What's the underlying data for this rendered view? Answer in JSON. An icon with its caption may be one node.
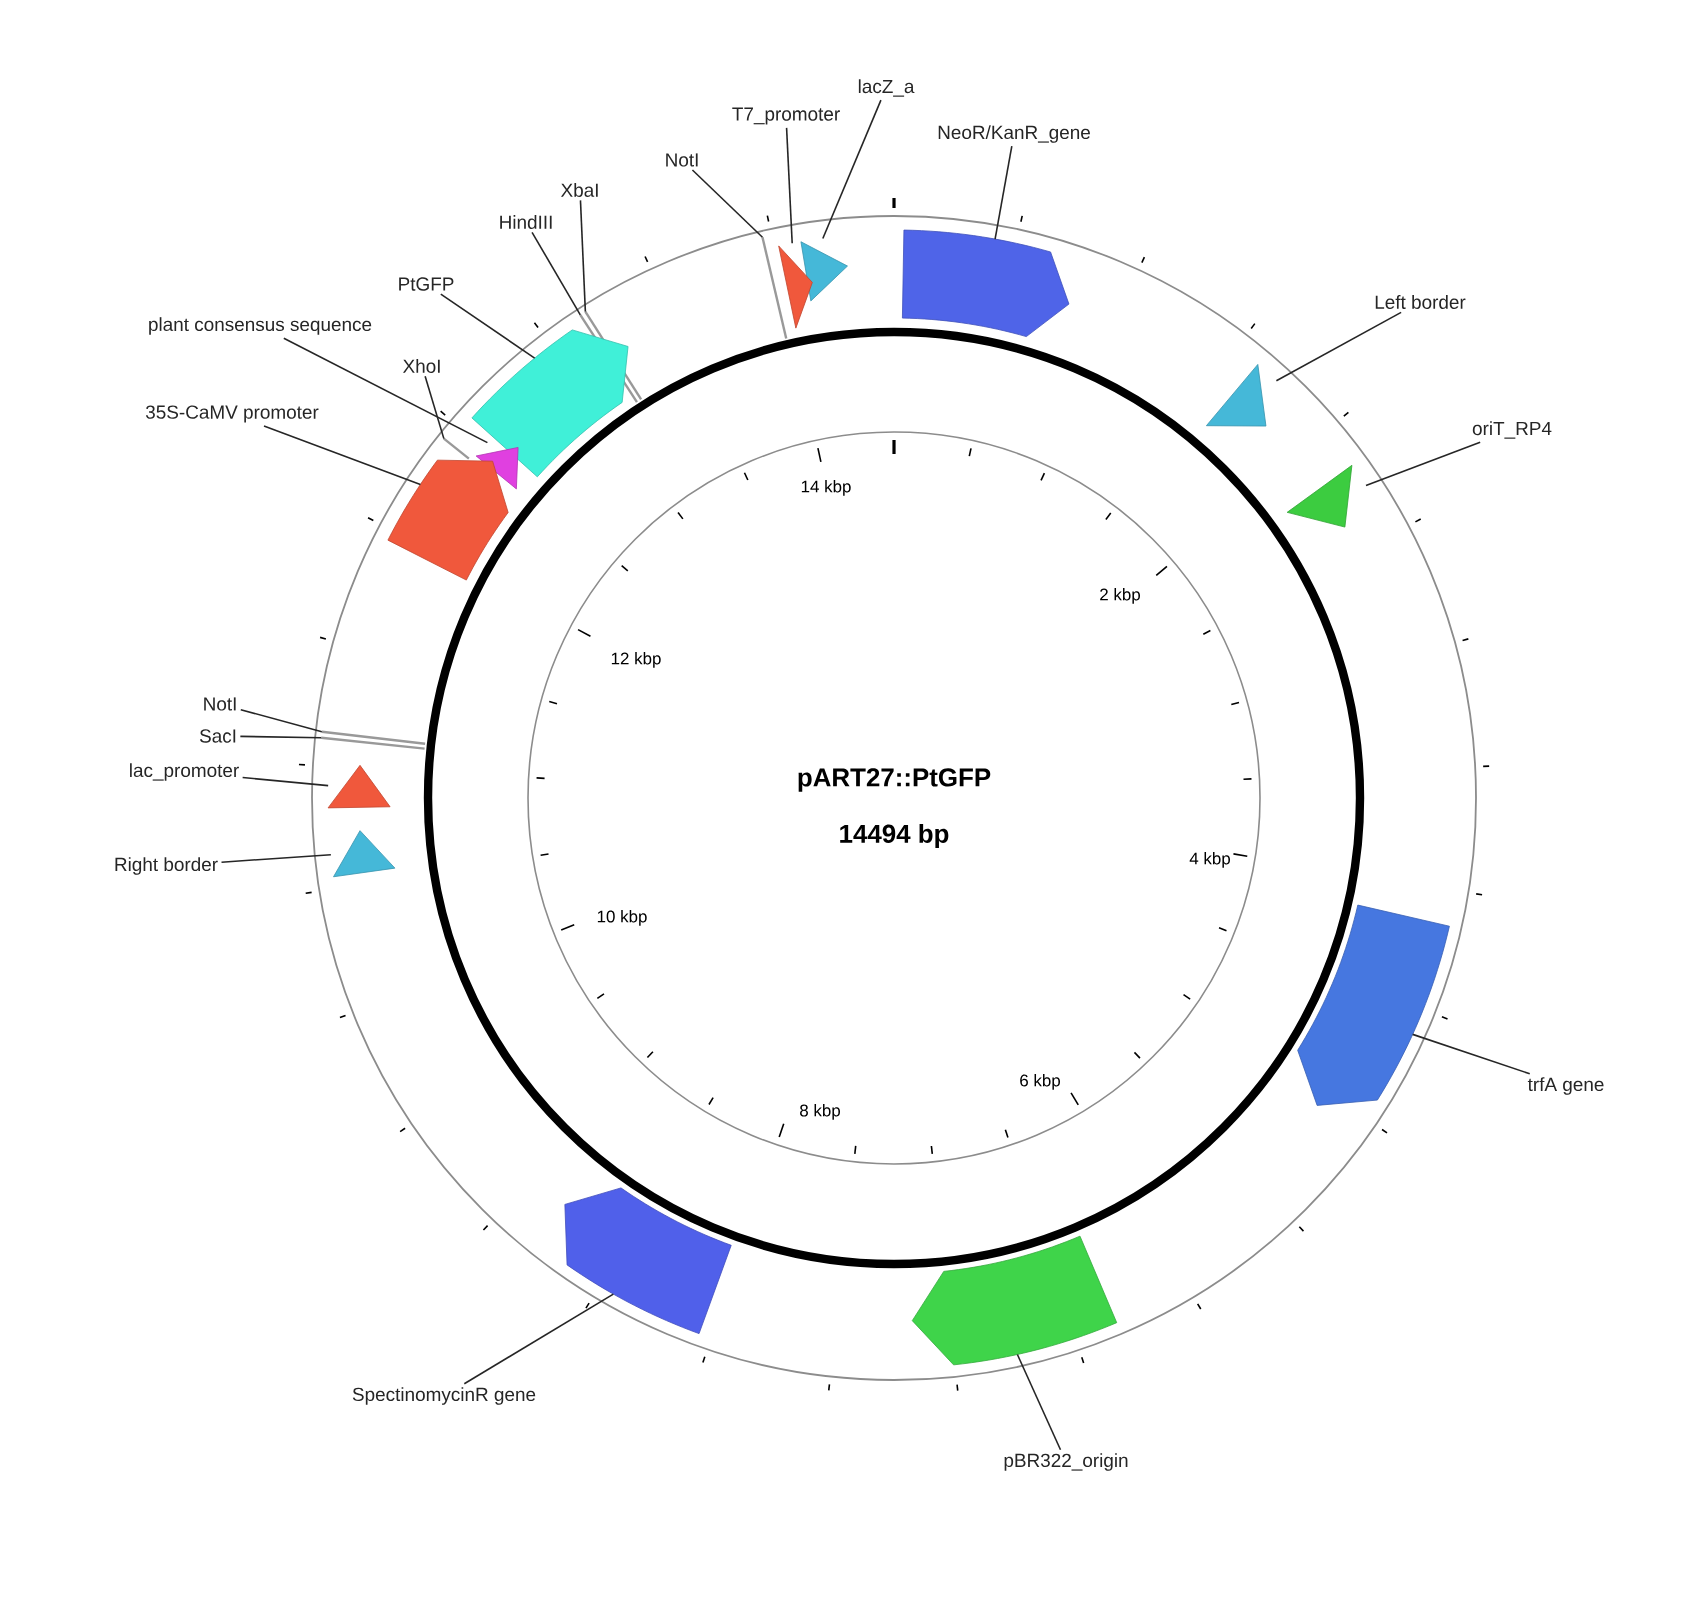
{
  "diagram": {
    "title": "pART27::PtGFP",
    "nodes": [
      {
        "text": [
          "lacZ_a"
        ]
      },
      {
        "text": [
          "T7_promoter"
        ]
      },
      {
        "text": [
          "NeoR/KanR_gene"
        ]
      },
      {
        "text": [
          "NotI"
        ]
      },
      {
        "text": [
          "XbaI"
        ]
      },
      {
        "text": [
          "HindIII"
        ]
      },
      {
        "text": [
          "Left border"
        ]
      },
      {
        "text": [
          "PtGFP"
        ]
      },
      {
        "text": [
          "plant consensus sequence"
        ]
      },
      {
        "text": [
          "XhoI"
        ]
      },
      {
        "text": [
          "35S-CaMV promoter"
        ]
      },
      {
        "text": [
          "oriT_RP4"
        ]
      },
      {
        "text": [
          "NotI"
        ]
      },
      {
        "text": [
          "SacI"
        ]
      },
      {
        "text": [
          "lac_promoter"
        ]
      },
      {
        "text": [
          "Right border"
        ]
      },
      {
        "text": [
          "trfA gene"
        ]
      },
      {
        "text": [
          "SpectinomycinR gene"
        ]
      },
      {
        "text": [
          "pBR322_origin"
        ]
      },
      {
        "text": [],
        "shape": "arrow"
      },
      {
        "text": [],
        "shape": "arrow"
      },
      {
        "text": [],
        "shape": "arrow"
      },
      {
        "text": [],
        "shape": "bar"
      },
      {
        "text": [],
        "shape": "bar"
      },
      {
        "text": [],
        "shape": "bar"
      },
      {
        "text": [],
        "shape": "arrow"
      },
      {
        "text": [],
        "shape": "arrow"
      },
      {
        "text": [],
        "shape": "arrow"
      },
      {
        "text": [],
        "shape": "bar"
      },
      {
        "text": [],
        "shape": "arrow"
      },
      {
        "text": [],
        "shape": "arrow"
      },
      {
        "text": [],
        "shape": "bar"
      },
      {
        "text": [],
        "shape": "bar"
      },
      {
        "text": [],
        "shape": "arrow"
      },
      {
        "text": [],
        "shape": "arrow"
      },
      {
        "text": [],
        "shape": "arrow"
      },
      {
        "text": [],
        "shape": "arrow"
      },
      {
        "text": [],
        "shape": "arrow"
      }
    ],
    "edges": [
      {
        "from": 0,
        "to": 19,
        "arrow": "none"
      },
      {
        "from": 1,
        "to": 20,
        "arrow": "none"
      },
      {
        "from": 2,
        "to": 21,
        "arrow": "none"
      },
      {
        "from": 3,
        "to": 22,
        "arrow": "none"
      },
      {
        "from": 4,
        "to": 23,
        "arrow": "none"
      },
      {
        "from": 5,
        "to": 24,
        "arrow": "none"
      },
      {
        "from": 6,
        "to": 25,
        "arrow": "none"
      },
      {
        "from": 7,
        "to": 26,
        "arrow": "none"
      },
      {
        "from": 8,
        "to": 27,
        "arrow": "none"
      },
      {
        "from": 9,
        "to": 28,
        "arrow": "none"
      },
      {
        "from": 10,
        "to": 29,
        "arrow": "none"
      },
      {
        "from": 11,
        "to": 30,
        "arrow": "none"
      },
      {
        "from": 12,
        "to": 31,
        "arrow": "none"
      },
      {
        "from": 13,
        "to": 32,
        "arrow": "none"
      },
      {
        "from": 14,
        "to": 33,
        "arrow": "none"
      },
      {
        "from": 15,
        "to": 34,
        "arrow": "none"
      },
      {
        "from": 16,
        "to": 35,
        "arrow": "none"
      },
      {
        "from": 17,
        "to": 36,
        "arrow": "none"
      },
      {
        "from": 18,
        "to": 37,
        "arrow": "none"
      }
    ],
    "labels": [
      "14494 bp",
      "2 kbp",
      "4 kbp",
      "6 kbp",
      "8 kbp",
      "10 kbp",
      "12 kbp",
      "14 kbp"
    ]
  }
}
